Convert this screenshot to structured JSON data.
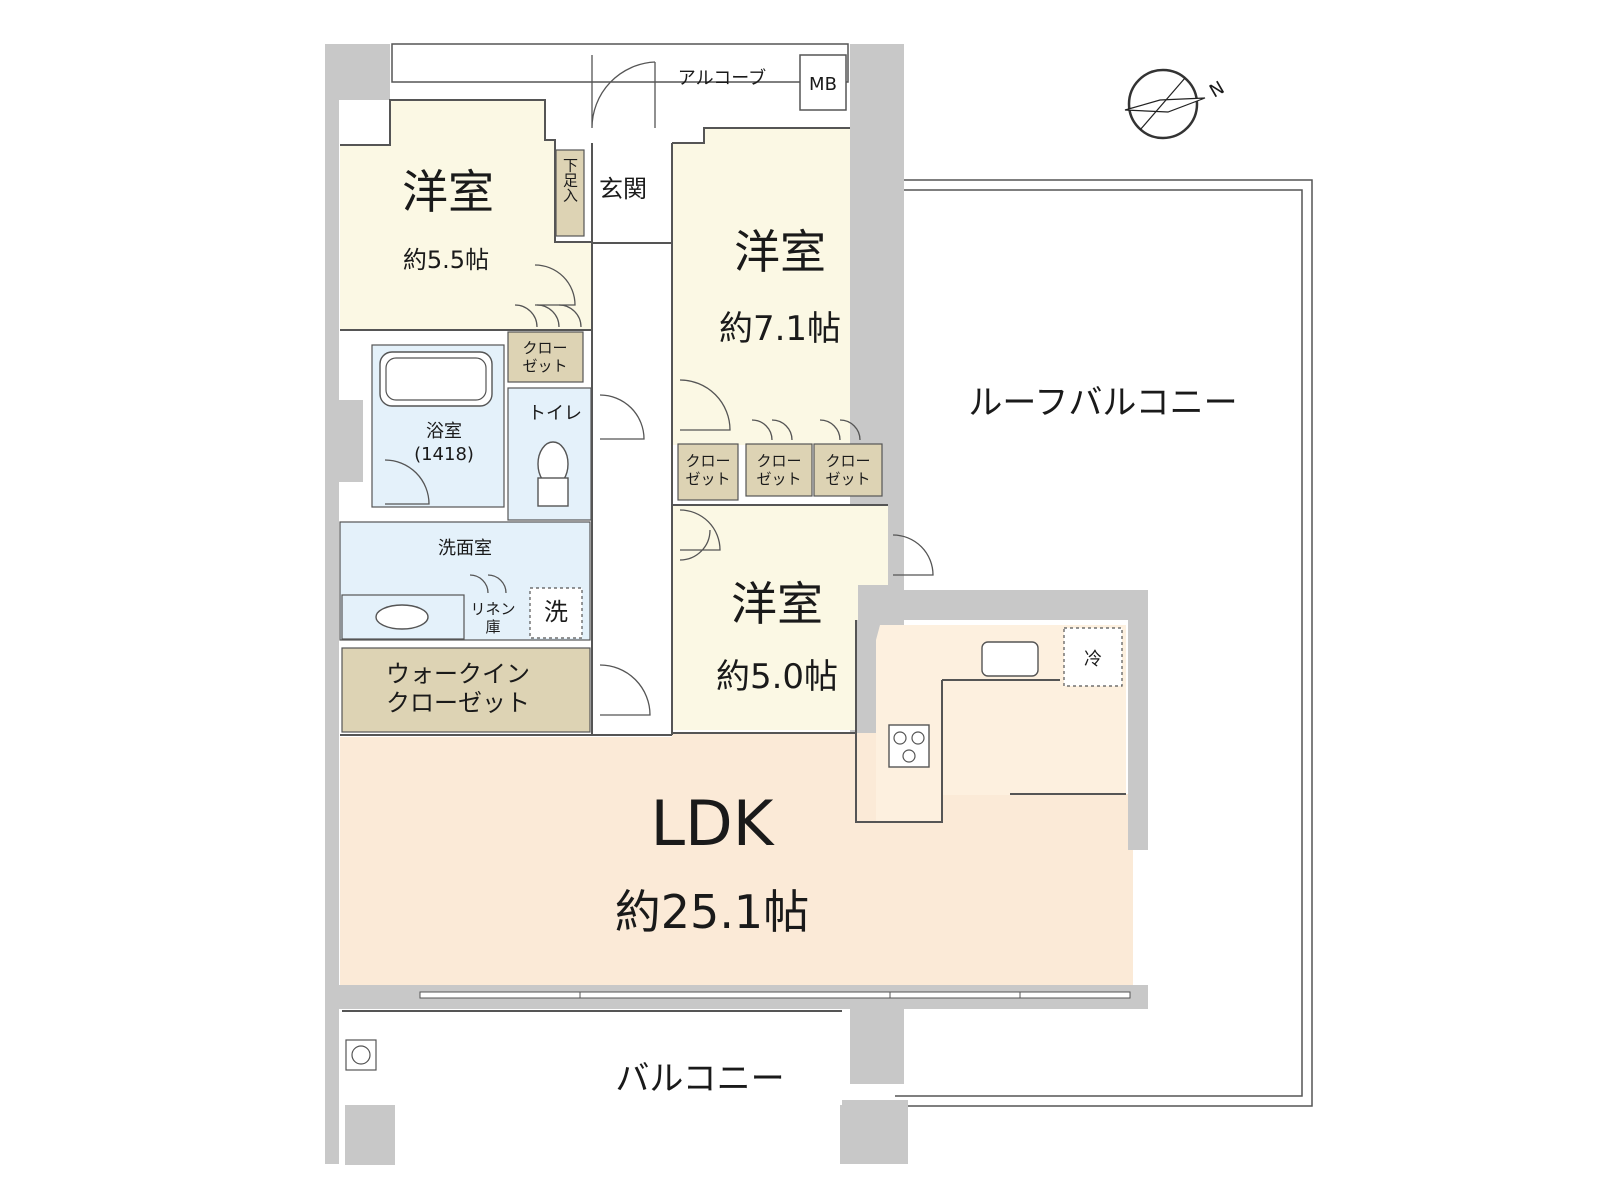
{
  "colors": {
    "wall": "#c8c8c8",
    "western_room": "#fbf8e4",
    "ldk": "#fbead7",
    "kitchen": "#fdf0df",
    "bath": "#e4f1fa",
    "storage": "#ddd3b4",
    "outline": "#555555"
  },
  "rooms": {
    "room_nw": {
      "name": "洋室",
      "size": "約5.5帖"
    },
    "room_ne": {
      "name": "洋室",
      "size": "約7.1帖"
    },
    "room_mid": {
      "name": "洋室",
      "size": "約5.0帖"
    },
    "ldk": {
      "name": "LDK",
      "size": "約25.1帖"
    }
  },
  "labels": {
    "alcove": "アルコーブ",
    "mb": "MB",
    "entrance": "玄関",
    "shoe_box": "下足入",
    "closet": "クロー\nゼット",
    "toilet": "トイレ",
    "bath": "浴室",
    "bath_size": "(1418)",
    "washroom": "洗面室",
    "linen": "リネン\n庫",
    "washer": "洗",
    "walk_in": "ウォークイン\nクローゼット",
    "fridge": "冷",
    "roof_balcony": "ルーフバルコニー",
    "balcony": "バルコニー"
  },
  "icons": [
    "compass-icon",
    "north-letter-icon",
    "bathtub-icon",
    "toilet-icon",
    "sink-icon",
    "stove-icon",
    "kitchen-sink-icon",
    "outlet-icon",
    "door-swing-icon"
  ],
  "compass": {
    "letter": "N"
  }
}
